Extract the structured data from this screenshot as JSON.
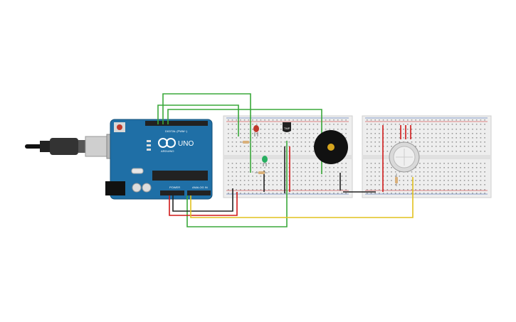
{
  "arduino": {
    "board_name": "UNO",
    "brand": "ARDUINO",
    "digital_header_label": "DIGITAL (PWM~)",
    "power_header_label": "POWER",
    "analog_header_label": "ANALOG IN",
    "chip_label": "",
    "colors": {
      "board": "#1f6fa6",
      "header": "#222222",
      "usb": "#cfcfcf"
    }
  },
  "components": {
    "sensor_label": "TMP",
    "led_red": "#c0392b",
    "led_green": "#27ae60",
    "buzzer_color": "#111111",
    "gas_sensor_color": "#d9d9d9"
  },
  "wire_colors": {
    "green": "#3aa83a",
    "red": "#d01818",
    "black": "#222222",
    "yellow": "#e2c21e"
  }
}
